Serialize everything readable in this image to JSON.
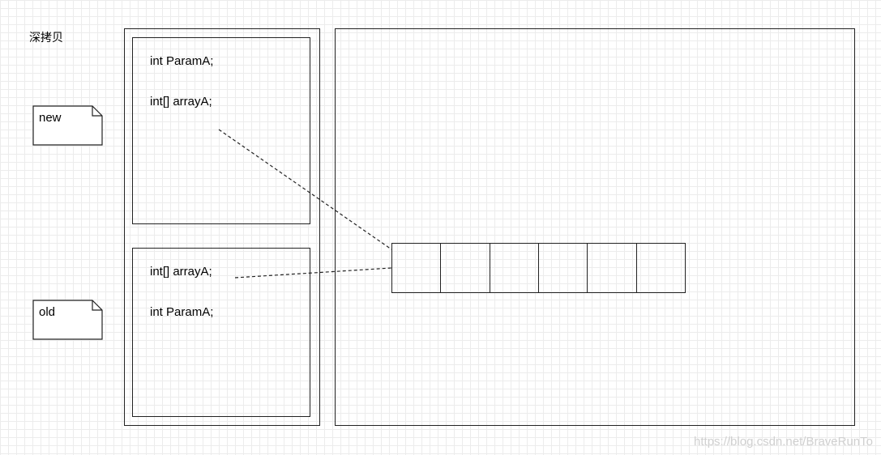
{
  "title": "深拷贝",
  "notes": {
    "new": "new",
    "old": "old"
  },
  "frame_new": {
    "field_1": "int ParamA;",
    "field_2": "int[] arrayA;"
  },
  "frame_old": {
    "field_1": "int[] arrayA;",
    "field_2": "int ParamA;"
  },
  "array_cells": 6,
  "watermark": "https://blog.csdn.net/BraveRunTo"
}
